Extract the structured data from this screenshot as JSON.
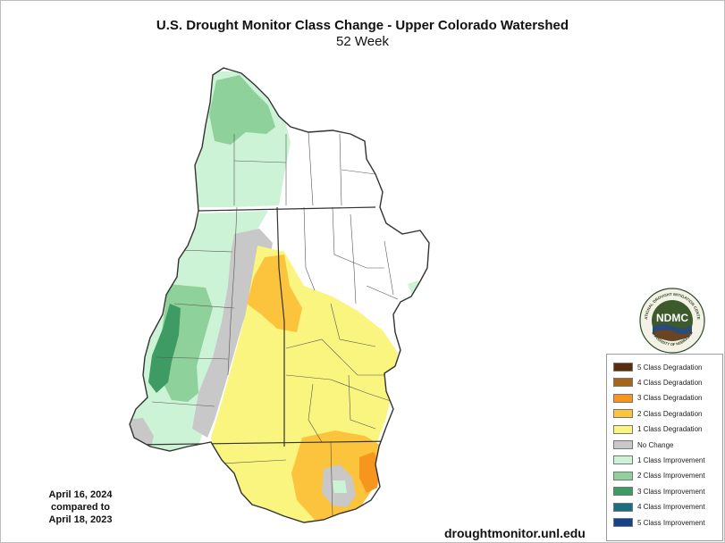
{
  "header": {
    "title": "U.S. Drought Monitor Class Change - Upper Colorado Watershed",
    "subtitle": "52 Week"
  },
  "comparison": {
    "line1": "April 16, 2024",
    "line2": "compared to",
    "line3": "April 18, 2023"
  },
  "footer": {
    "url": "droughtmonitor.unl.edu"
  },
  "logo": {
    "text": "NDMC",
    "ring_text": "NATIONAL DROUGHT MITIGATION CENTER",
    "ring_text_bottom": "UNIVERSITY OF NEBRASKA"
  },
  "legend": {
    "items": [
      {
        "label": "5 Class Degradation",
        "color": "#5a2d0c"
      },
      {
        "label": "4 Class Degradation",
        "color": "#a5661c"
      },
      {
        "label": "3 Class Degradation",
        "color": "#f7961e"
      },
      {
        "label": "2 Class Degradation",
        "color": "#fcc43c"
      },
      {
        "label": "1 Class Degradation",
        "color": "#faf57e"
      },
      {
        "label": "No Change",
        "color": "#c8c8c8"
      },
      {
        "label": "1 Class Improvement",
        "color": "#cdf3d6"
      },
      {
        "label": "2 Class Improvement",
        "color": "#8fd19a"
      },
      {
        "label": "3 Class Improvement",
        "color": "#3d9b63"
      },
      {
        "label": "4 Class Improvement",
        "color": "#1d6f80"
      },
      {
        "label": "5 Class Improvement",
        "color": "#15428f"
      }
    ]
  },
  "colors": {
    "boundary": "#333333",
    "county_lines": "#555555",
    "map_background": "#ffffff"
  }
}
